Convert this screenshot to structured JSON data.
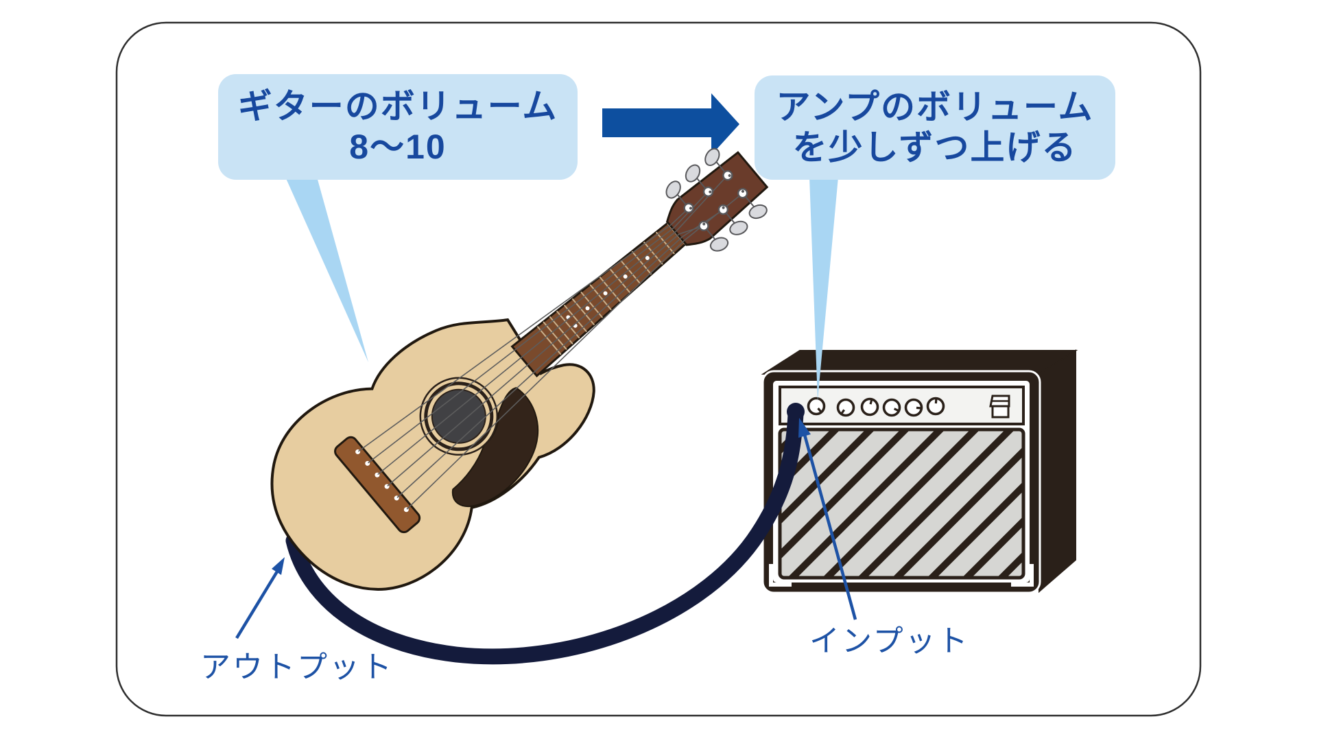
{
  "figure": {
    "type": "instructional-diagram",
    "subject": "guitar-to-amp volume setting",
    "background": "#ffffff",
    "card_border_color": "#2e2e2e"
  },
  "callouts": {
    "guitar_volume": {
      "line1": "ギターのボリューム",
      "line2": "8〜10"
    },
    "amp_volume": {
      "line1": "アンプのボリューム",
      "line2": "を少しずつ上げる"
    }
  },
  "labels": {
    "output": "アウトプット",
    "input": "インプット"
  },
  "amp": {
    "knob_count": 6,
    "knob_tick_angles_deg": [
      140,
      215,
      15,
      115,
      95,
      5
    ],
    "has_input_jack": true,
    "has_power_switch": true
  },
  "colors": {
    "callout_fill": "#c9e3f5",
    "callout_tail": "#a9d6f3",
    "callout_text": "#17489e",
    "flow_arrow": "#0d4f9f",
    "pointer_blue": "#1d52a5",
    "cable_navy": "#141b3c",
    "amp_dark": "#2a2019",
    "amp_grille": "#d6d6d3",
    "amp_panel": "#f3f3f1",
    "guitar_body": "#e7cda0",
    "guitar_outline": "#20180f"
  }
}
